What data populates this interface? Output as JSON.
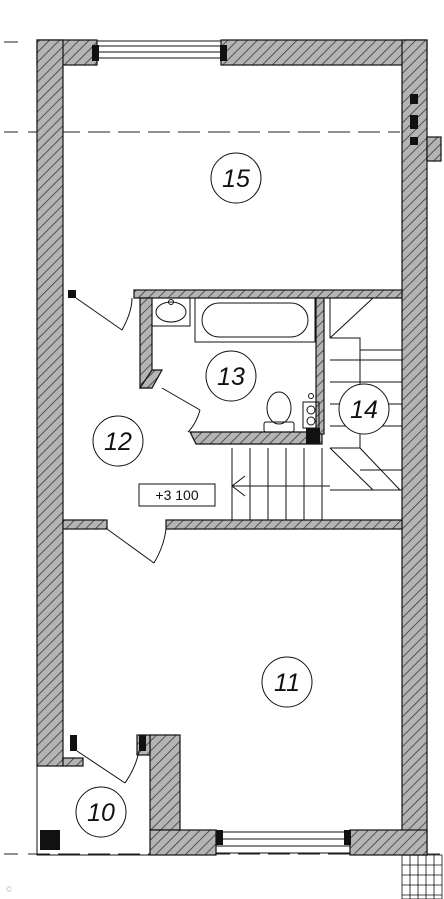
{
  "rooms": [
    {
      "id": "15",
      "label": "15"
    },
    {
      "id": "13",
      "label": "13"
    },
    {
      "id": "14",
      "label": "14"
    },
    {
      "id": "12",
      "label": "12"
    },
    {
      "id": "11",
      "label": "11"
    },
    {
      "id": "10",
      "label": "10"
    }
  ],
  "level_mark": "+3 100",
  "watermark": "©"
}
